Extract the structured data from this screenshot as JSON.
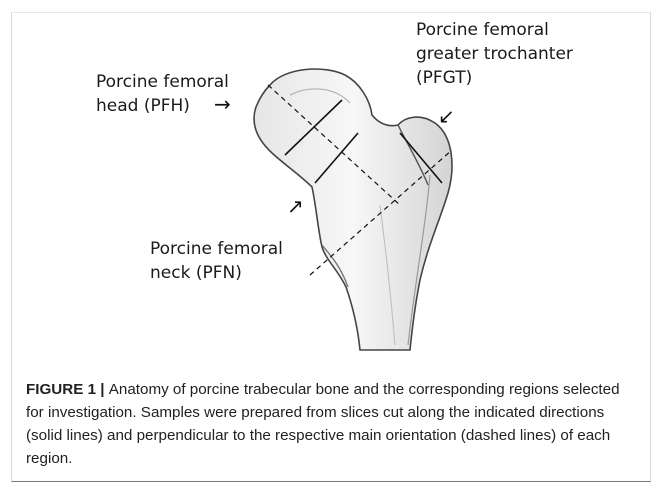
{
  "figure": {
    "labels": {
      "pfh": [
        "Porcine femoral",
        "head (PFH)"
      ],
      "pfgt": [
        "Porcine femoral",
        "greater trochanter",
        "(PFGT)"
      ],
      "pfn": [
        "Porcine femoral",
        "neck (PFN)"
      ]
    },
    "arrows": {
      "pfh": "→",
      "pfgt": "↙",
      "pfn": "↗"
    }
  },
  "caption": {
    "lead": "FIGURE 1",
    "separator": " | ",
    "text": "Anatomy of porcine trabecular bone and the corresponding regions selected for investigation. Samples were prepared from slices cut along the indicated directions (solid lines) and perpendicular to the respective main orientation (dashed lines) of each region."
  }
}
